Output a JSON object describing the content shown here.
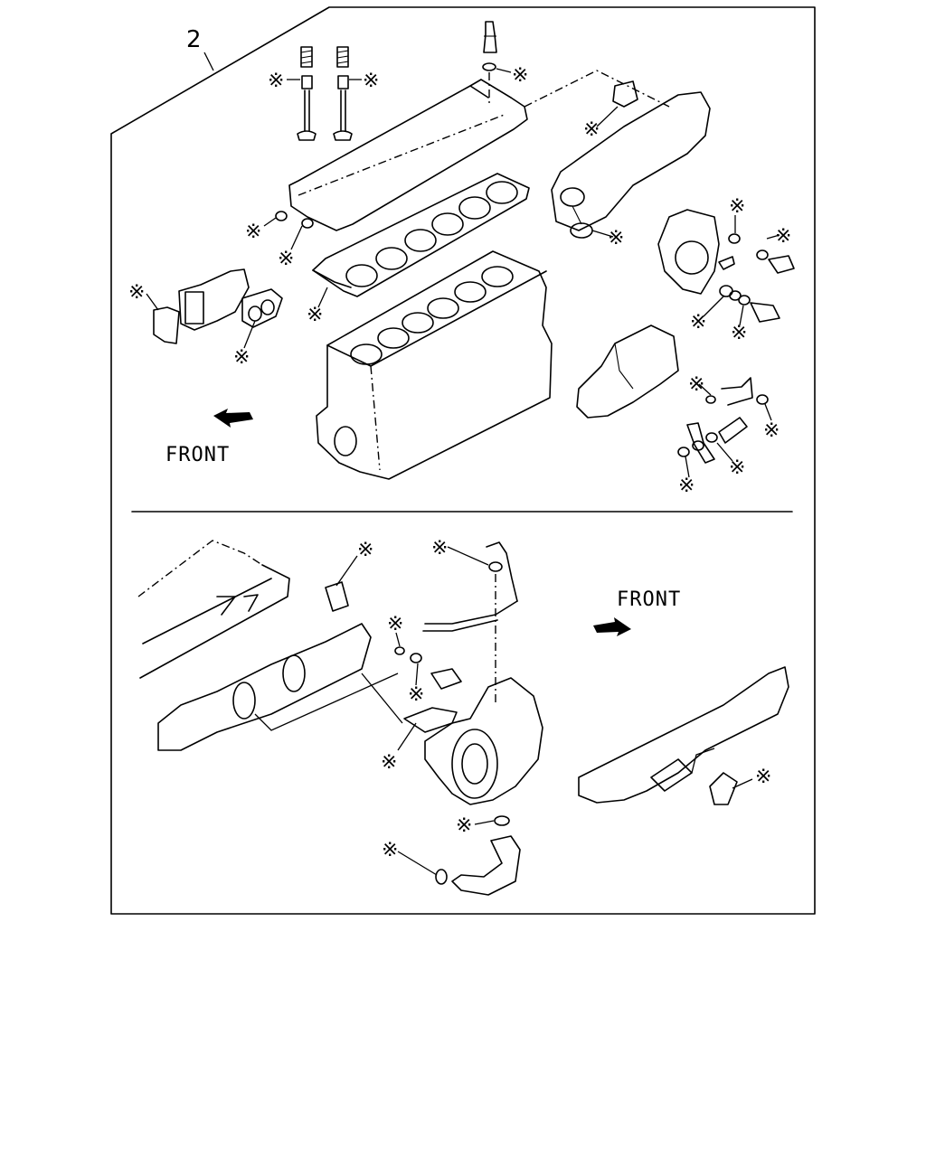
{
  "figure": {
    "kit_callout": "2",
    "top_section": {
      "direction_label": "FRONT"
    },
    "bottom_section": {
      "direction_label": "FRONT"
    },
    "kit_part_symbol": "※"
  },
  "colors": {
    "line": "#000000",
    "background": "#ffffff"
  }
}
